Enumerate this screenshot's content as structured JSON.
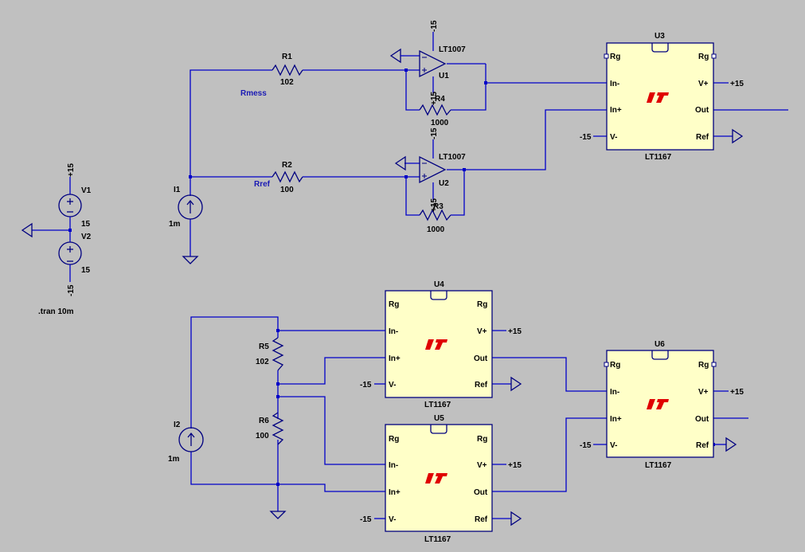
{
  "directive": ".tran 10m",
  "supply": {
    "v1": {
      "name": "V1",
      "value": "15",
      "node": "+15"
    },
    "v2": {
      "name": "V2",
      "value": "15",
      "node": "-15"
    }
  },
  "top": {
    "source": {
      "name": "I1",
      "value": "1m"
    },
    "r1": {
      "name": "R1",
      "value": "102",
      "net": "Rmess"
    },
    "r2": {
      "name": "R2",
      "value": "100",
      "net": "Rref"
    },
    "r4": {
      "name": "R4",
      "value": "1000"
    },
    "r3": {
      "name": "R3",
      "value": "1000"
    },
    "u1": {
      "name": "U1",
      "part": "LT1007",
      "vneg": "-15",
      "vpos": "+15"
    },
    "u2": {
      "name": "U2",
      "part": "LT1007",
      "vneg": "-15",
      "vpos": "+15"
    },
    "u3": {
      "name": "U3",
      "part": "LT1167"
    }
  },
  "bottom": {
    "source": {
      "name": "I2",
      "value": "1m"
    },
    "r5": {
      "name": "R5",
      "value": "102"
    },
    "r6": {
      "name": "R6",
      "value": "100"
    },
    "u4": {
      "name": "U4",
      "part": "LT1167"
    },
    "u5": {
      "name": "U5",
      "part": "LT1167"
    },
    "u6": {
      "name": "U6",
      "part": "LT1167"
    }
  },
  "pins": {
    "rg": "Rg",
    "in_neg": "In-",
    "in_pos": "In+",
    "v_neg": "V-",
    "v_pos": "V+",
    "out": "Out",
    "ref": "Ref",
    "plus15": "+15",
    "minus15": "-15"
  }
}
